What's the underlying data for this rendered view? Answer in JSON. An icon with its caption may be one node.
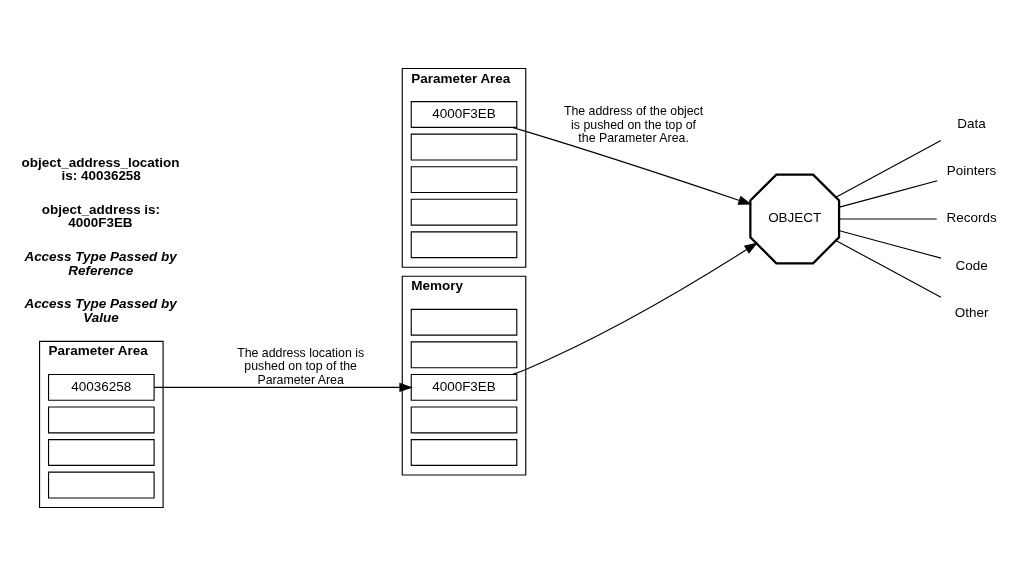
{
  "diagram": {
    "nodes": [
      {
        "text": [
          "Parameter Area"
        ]
      },
      {
        "text": [
          "4000F3EB"
        ],
        "in": 0
      },
      {
        "text": [],
        "shape": "box",
        "in": 0
      },
      {
        "text": [],
        "shape": "box",
        "in": 0
      },
      {
        "text": [],
        "shape": "box",
        "in": 0
      },
      {
        "text": [],
        "shape": "box",
        "in": 0
      },
      {
        "text": [
          "OBJECT"
        ]
      },
      {
        "text": [
          "Data"
        ]
      },
      {
        "text": [
          "Pointers"
        ]
      },
      {
        "text": [
          "Records"
        ]
      },
      {
        "text": [
          "Code"
        ]
      },
      {
        "text": [
          "Other"
        ]
      },
      {
        "text": [
          "Parameter Area"
        ]
      },
      {
        "text": [
          "40036258"
        ],
        "in": 12
      },
      {
        "text": [],
        "shape": "box",
        "in": 12
      },
      {
        "text": [],
        "shape": "box",
        "in": 12
      },
      {
        "text": [],
        "shape": "box",
        "in": 12
      },
      {
        "text": [
          "Memory"
        ]
      },
      {
        "text": [],
        "shape": "box",
        "in": 17
      },
      {
        "text": [],
        "shape": "box",
        "in": 17
      },
      {
        "text": [
          "4000F3EB"
        ],
        "in": 17
      },
      {
        "text": [],
        "shape": "box",
        "in": 17
      },
      {
        "text": [],
        "shape": "box",
        "in": 17
      }
    ],
    "edges": [
      {
        "from": 1,
        "to": 6,
        "arrow": "to",
        "label": "The address of the object is pushed on the top of the Parameter Area."
      },
      {
        "from": 13,
        "to": 20,
        "arrow": "to",
        "label": "The address location is pushed on top of the Parameter Area"
      },
      {
        "from": 20,
        "to": 6,
        "arrow": "to"
      },
      {
        "from": 6,
        "to": 7,
        "arrow": "none"
      },
      {
        "from": 6,
        "to": 8,
        "arrow": "none"
      },
      {
        "from": 6,
        "to": 9,
        "arrow": "none"
      },
      {
        "from": 6,
        "to": 10,
        "arrow": "none"
      },
      {
        "from": 6,
        "to": 11,
        "arrow": "none"
      }
    ],
    "labels": [
      "Access Type Passed by Value",
      "Access Type Passed by Reference",
      "object_address is: 4000F3EB",
      "object_address_location is: 40036258"
    ]
  }
}
